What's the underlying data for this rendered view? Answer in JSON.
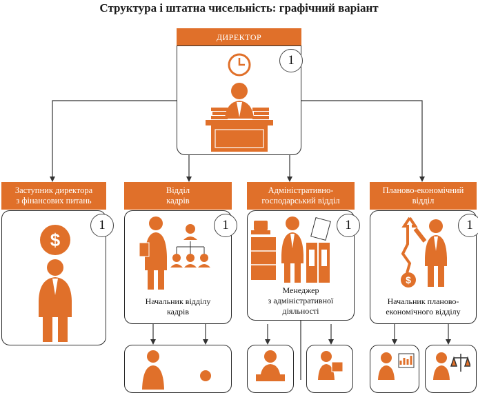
{
  "title": "Структура і штатна чисельність: графічний варіант",
  "colors": {
    "accent": "#e0702a",
    "line": "#333333"
  },
  "director": {
    "title": "ДИРЕКТОР",
    "count": "1",
    "icon": "director-desk-icon"
  },
  "departments": [
    {
      "title_line1": "Заступник директора",
      "title_line2": "з фінансових питань",
      "count": "1",
      "caption_line1": "",
      "caption_line2": "",
      "caption_line3": "",
      "icon": "finance-deputy-icon"
    },
    {
      "title_line1": "Відділ",
      "title_line2": "кадрів",
      "count": "1",
      "caption_line1": "Начальник відділу",
      "caption_line2": "кадрів",
      "caption_line3": "",
      "icon": "hr-chief-icon"
    },
    {
      "title_line1": "Адміністративно-",
      "title_line2": "господарський відділ",
      "count": "1",
      "caption_line1": "Менеджер",
      "caption_line2": "з адміністративної",
      "caption_line3": "діяльності",
      "icon": "admin-manager-icon"
    },
    {
      "title_line1": "Планово-економічний",
      "title_line2": "відділ",
      "count": "1",
      "caption_line1": "Начальник планово-",
      "caption_line2": "економічного відділу",
      "caption_line3": "",
      "icon": "planning-chief-icon"
    }
  ]
}
